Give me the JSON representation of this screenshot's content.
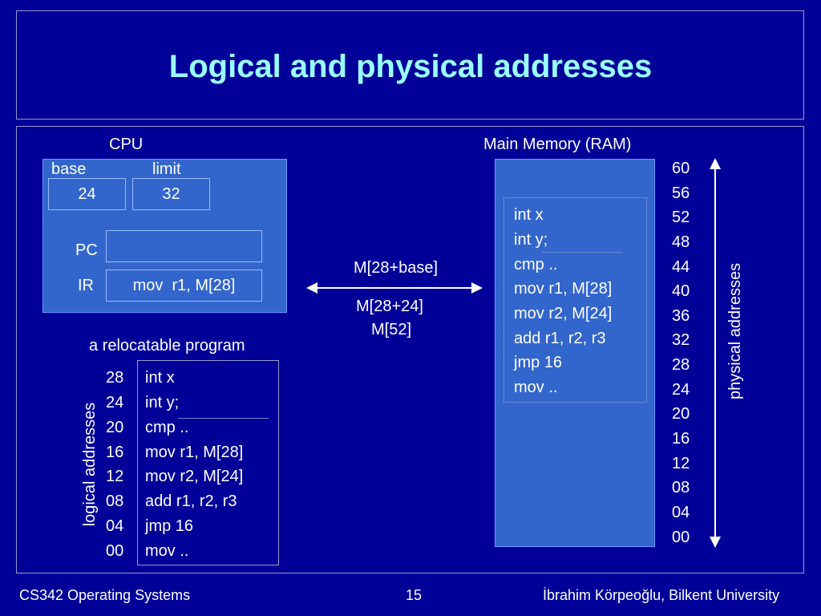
{
  "slide": {
    "title": "Logical and physical addresses"
  },
  "cpu": {
    "label": "CPU",
    "base_label": "base",
    "limit_label": "limit",
    "base_value": "24",
    "limit_value": "32",
    "pc_label": "PC",
    "pc_value": "",
    "ir_label": "IR",
    "ir_value": "mov  r1, M[28]"
  },
  "arrow": {
    "top_label": "M[28+base]",
    "bottom_line1": "M[28+24]",
    "bottom_line2": "M[52]"
  },
  "memory": {
    "label": "Main Memory (RAM)",
    "code": [
      "int x",
      "int y;",
      "cmp ..",
      "mov r1, M[28]",
      "mov r2, M[24]",
      "add r1, r2, r3",
      "jmp 16",
      "mov .."
    ],
    "addresses": [
      "60",
      "56",
      "52",
      "48",
      "44",
      "40",
      "36",
      "32",
      "28",
      "24",
      "20",
      "16",
      "12",
      "08",
      "04",
      "00"
    ],
    "axis_label": "physical addresses"
  },
  "program": {
    "label": "a relocatable program",
    "addresses": [
      "28",
      "24",
      "20",
      "16",
      "12",
      "08",
      "04",
      "00"
    ],
    "code": [
      "int x",
      "int y;",
      "cmp ..",
      "mov r1, M[28]",
      "mov r2, M[24]",
      "add r1, r2, r3",
      "jmp 16",
      "mov .."
    ],
    "axis_label": "logical addresses"
  },
  "footer": {
    "course": "CS342 Operating Systems",
    "page": "15",
    "author": "İbrahim Körpeoğlu, Bilkent University"
  },
  "colors": {
    "background": "#000099",
    "title": "#99ffff",
    "box_fill": "#3366cc"
  }
}
